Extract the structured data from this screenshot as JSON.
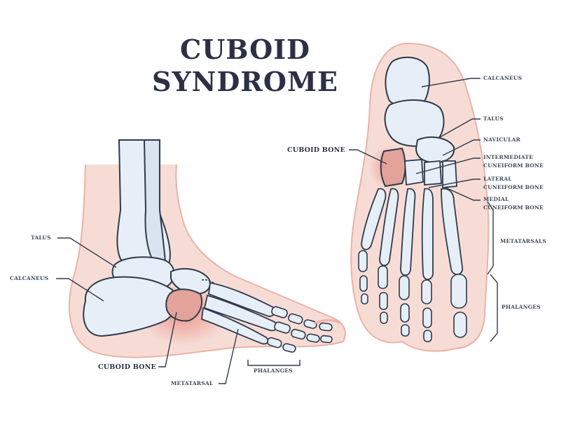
{
  "title": {
    "line1": "CUBOID",
    "line2": "SYNDROME"
  },
  "side_view": {
    "labels": {
      "talus": "TALUS",
      "calcaneus": "CALCANEUS",
      "cuboid_bone": "CUBOID BONE",
      "metatarsal": "METATARSAL",
      "phalanges": "PHALANGES"
    }
  },
  "top_view": {
    "labels": {
      "calcaneus": "CALCANEUS",
      "talus": "TALUS",
      "navicular": "NAVICULAR",
      "intermediate_line1": "INTERMEDIATE",
      "intermediate_line2": "CUNEIFORM BONE",
      "lateral_line1": "LATERAL",
      "lateral_line2": "CUNEIFORM BONE",
      "medial_line1": "MEDIAL",
      "medial_line2": "CUNEIFORM BONE",
      "cuboid_bone": "CUBOID BONE",
      "metatarsals": "METATARSALS",
      "phalanges": "PHALANGES"
    }
  },
  "colors": {
    "title": "#2b3046",
    "bone_fill": "#e6eef7",
    "bone_stroke": "#2f3a4a",
    "skin_fill": "#f7dcd6",
    "skin_edge": "#ecb2a6",
    "inflammation": "#e88a80",
    "leader_line": "#2f3a4a"
  }
}
